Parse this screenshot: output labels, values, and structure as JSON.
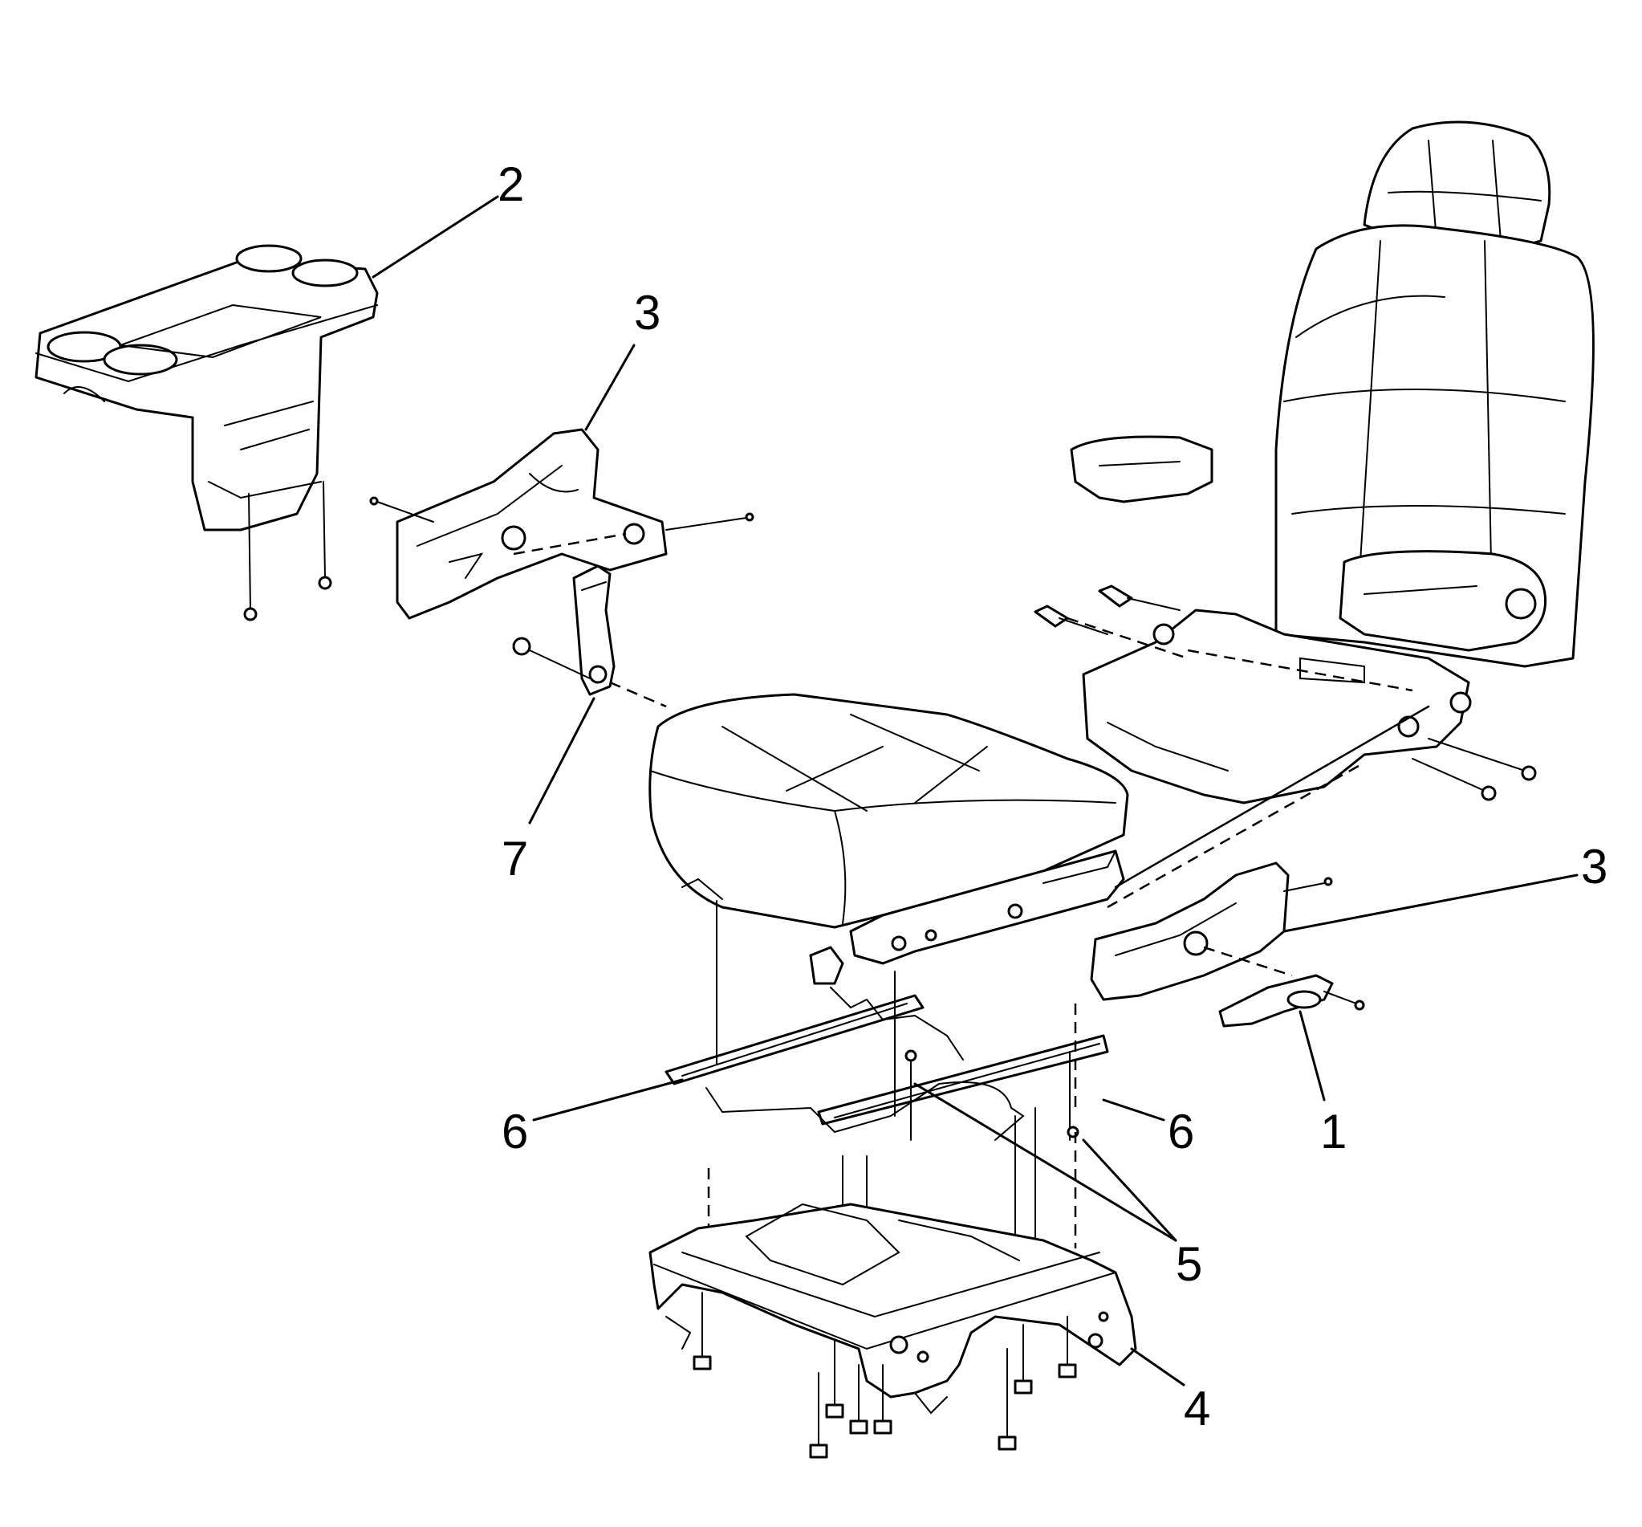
{
  "diagram": {
    "callouts": [
      {
        "id": "c2",
        "label": "2"
      },
      {
        "id": "c3a",
        "label": "3"
      },
      {
        "id": "c7",
        "label": "7"
      },
      {
        "id": "c3b",
        "label": "3"
      },
      {
        "id": "c1",
        "label": "1"
      },
      {
        "id": "c6a",
        "label": "6"
      },
      {
        "id": "c6b",
        "label": "6"
      },
      {
        "id": "c5",
        "label": "5"
      },
      {
        "id": "c4",
        "label": "4"
      }
    ],
    "colors": {
      "line": "#000000",
      "background": "#ffffff"
    }
  }
}
